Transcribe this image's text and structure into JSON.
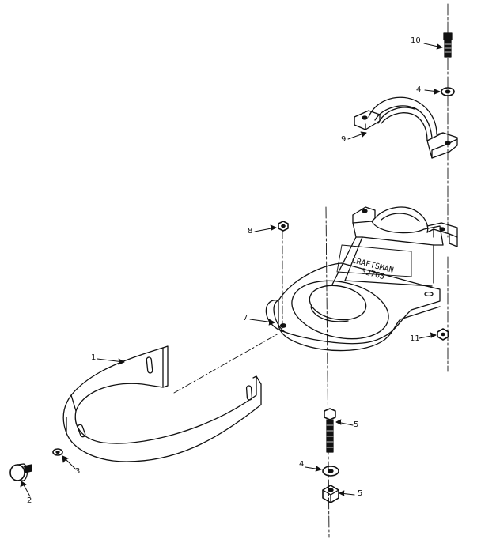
{
  "callouts": [
    {
      "id": "1",
      "text": "1"
    },
    {
      "id": "2",
      "text": "2"
    },
    {
      "id": "3",
      "text": "3"
    },
    {
      "id": "4a",
      "text": "4"
    },
    {
      "id": "4b",
      "text": "4"
    },
    {
      "id": "5a",
      "text": "5"
    },
    {
      "id": "5b",
      "text": "5"
    },
    {
      "id": "7",
      "text": "7"
    },
    {
      "id": "8",
      "text": "8"
    },
    {
      "id": "9",
      "text": "9"
    },
    {
      "id": "10",
      "text": "10"
    },
    {
      "id": "11",
      "text": "11"
    }
  ],
  "casting_text": {
    "line1": "CRAFTSMAN",
    "line2": "32765"
  },
  "colors": {
    "ink": "#111111",
    "paper": "#ffffff"
  }
}
